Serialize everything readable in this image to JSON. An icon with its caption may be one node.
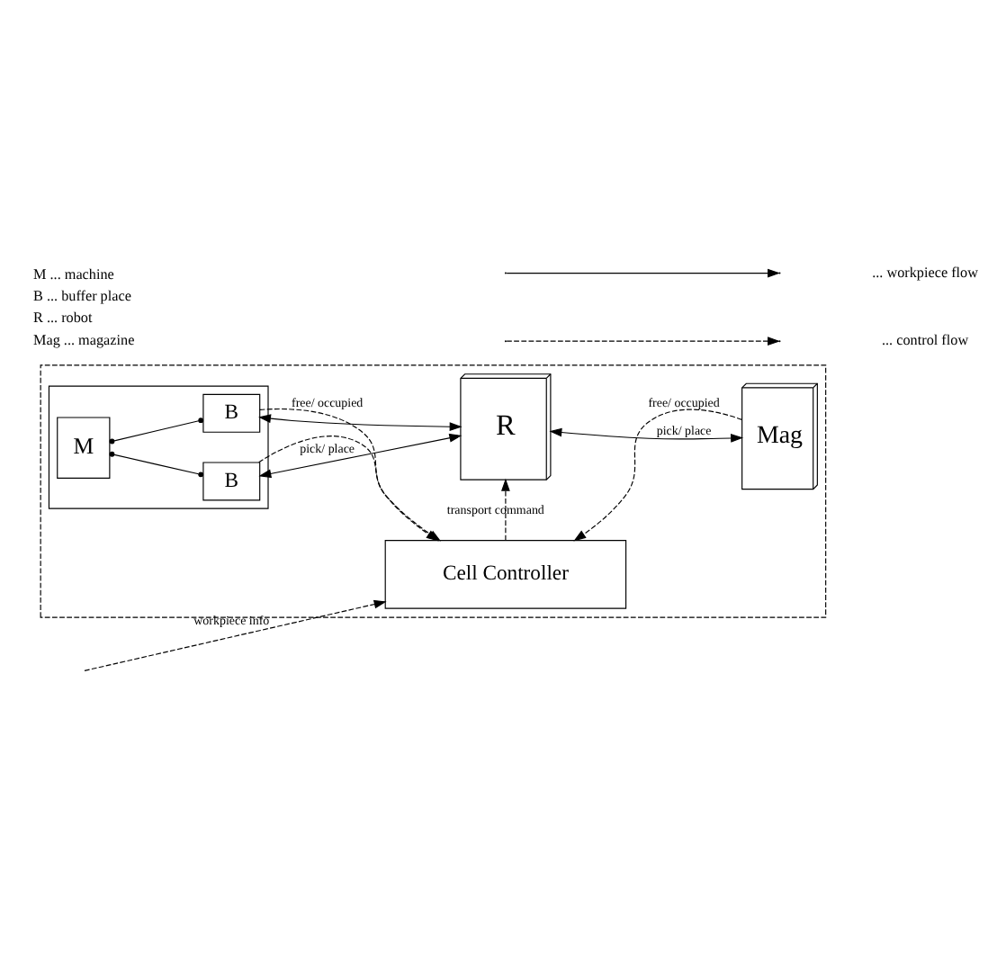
{
  "diagram": {
    "nodes": [
      {
        "text": [],
        "shape": "box"
      },
      {
        "text": [],
        "shape": "box",
        "in": 0
      },
      {
        "text": [
          "M"
        ],
        "in": 1
      },
      {
        "text": [
          "B"
        ],
        "in": 1
      },
      {
        "text": [
          "B"
        ],
        "in": 1
      },
      {
        "text": [
          "R"
        ],
        "in": 0
      },
      {
        "text": [
          "Mag"
        ],
        "in": 0
      },
      {
        "text": [
          "Cell Controller"
        ],
        "in": 0
      }
    ],
    "edges": [
      {
        "from": 2,
        "to": 3,
        "arrow": "other"
      },
      {
        "from": 2,
        "to": 4,
        "arrow": "other"
      },
      {
        "from": 3,
        "to": 5,
        "arrow": "both",
        "label": "pick/ place"
      },
      {
        "from": 4,
        "to": 5,
        "arrow": "both"
      },
      {
        "from": 5,
        "to": 6,
        "arrow": "both",
        "label": "pick/ place"
      },
      {
        "from": 3,
        "to": 7,
        "arrow": "to",
        "style": "dashed"
      },
      {
        "from": 4,
        "to": 7,
        "arrow": "to",
        "style": "dashed",
        "label": "free/ occupied"
      },
      {
        "from": 7,
        "to": 5,
        "arrow": "to",
        "style": "dashed",
        "label": "transport command"
      },
      {
        "from": 6,
        "to": 7,
        "arrow": "to",
        "style": "dashed",
        "label": "free/ occupied"
      },
      {
        "from": null,
        "to": 7,
        "arrow": "to",
        "style": "dashed",
        "label": "workpiece info"
      }
    ],
    "labels": [
      "M ... machine",
      "B ... buffer place",
      "R ... robot",
      "Mag ... magazine"
    ],
    "legend": [
      {
        "text": "... workpiece flow"
      },
      {
        "text": "... control flow"
      }
    ]
  }
}
